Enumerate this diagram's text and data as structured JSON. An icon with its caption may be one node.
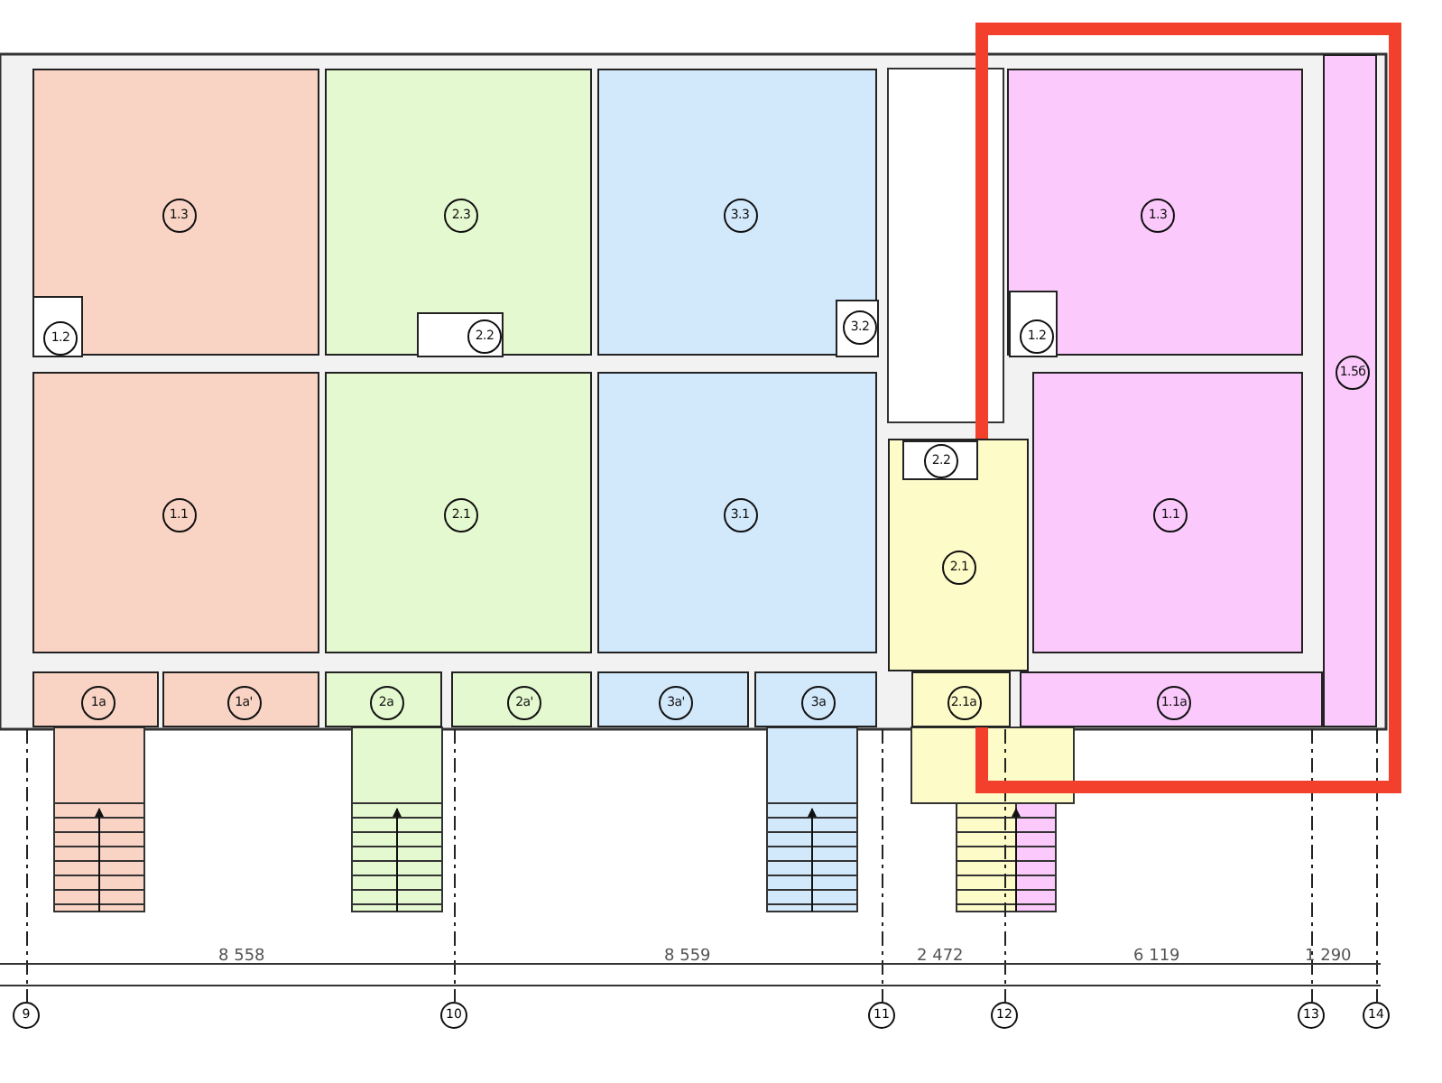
{
  "diagram": {
    "nodes": [
      {
        "text": [
          "1.3"
        ]
      },
      {
        "text": [
          "1.2"
        ],
        "in": 0
      },
      {
        "text": [
          "2.3"
        ]
      },
      {
        "text": [
          "2.2"
        ],
        "in": 2
      },
      {
        "text": [
          "3.3"
        ]
      },
      {
        "text": [
          "3.2"
        ],
        "in": 4
      },
      {
        "text": [
          "1.3"
        ]
      },
      {
        "text": [
          "1.2"
        ],
        "in": 6
      },
      {
        "text": [
          "1.5б"
        ]
      },
      {
        "text": [
          "1.1"
        ]
      },
      {
        "text": [
          "2.1"
        ]
      },
      {
        "text": [
          "3.1"
        ]
      },
      {
        "text": [
          "2.1"
        ]
      },
      {
        "text": [
          "2.2"
        ],
        "in": 12
      },
      {
        "text": [
          "1.1"
        ]
      },
      {
        "text": [
          "1а"
        ]
      },
      {
        "text": [
          "1а'"
        ]
      },
      {
        "text": [
          "2а"
        ]
      },
      {
        "text": [
          "2а'"
        ]
      },
      {
        "text": [
          "3а'"
        ]
      },
      {
        "text": [
          "3а"
        ]
      },
      {
        "text": [
          "2.1а"
        ]
      },
      {
        "text": [
          "1.1а"
        ]
      }
    ],
    "labels": [
      "8 558",
      "8 559",
      "2 472",
      "6 119",
      "1 290",
      "9",
      "10",
      "11",
      "12",
      "13",
      "14"
    ]
  }
}
